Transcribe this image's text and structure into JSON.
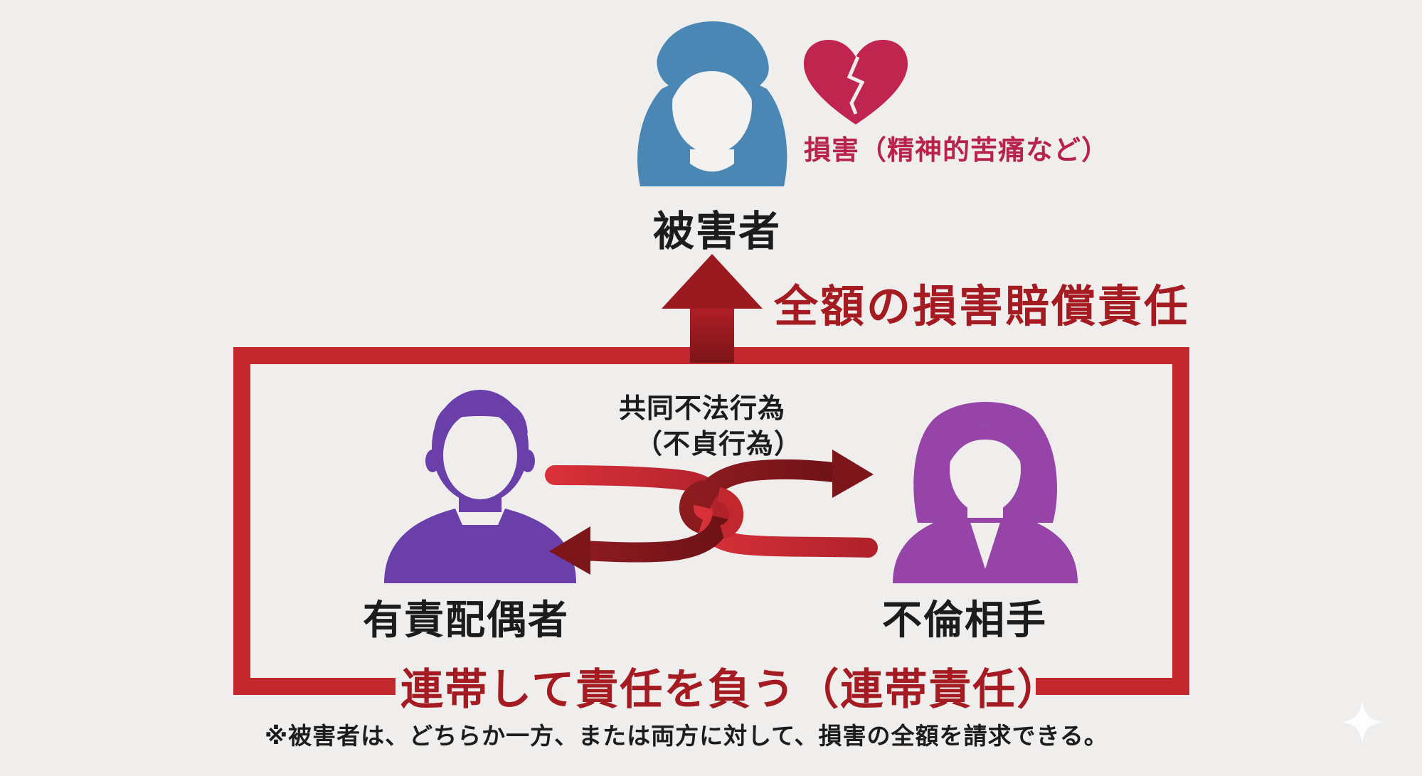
{
  "diagram": {
    "victim": {
      "label": "被害者",
      "color": "#4a87b4",
      "icon": "woman-avatar-icon"
    },
    "damage": {
      "label": "損害（精神的苦痛など）",
      "color": "#c0254f",
      "icon": "broken-heart-icon"
    },
    "full_liability": {
      "label": "全額の損害賠償責任",
      "color": "#a41b22"
    },
    "joint_tort": {
      "line1": "共同不法行為",
      "line2": "（不貞行為）",
      "icon": "interlocking-arrows-icon"
    },
    "spouse": {
      "label": "有責配偶者",
      "color": "#6a3faa",
      "icon": "man-avatar-icon"
    },
    "partner": {
      "label": "不倫相手",
      "color": "#9644a8",
      "icon": "woman-avatar-icon"
    },
    "joint_liability": {
      "label": "連帯して責任を負う（連帯責任）",
      "color": "#a41b22"
    },
    "footnote": "※被害者は、どちらか一方、または両方に対して、損害の全額を請求できる。",
    "frame_color": "#c1272d",
    "watermark_icon": "sparkle-icon"
  }
}
